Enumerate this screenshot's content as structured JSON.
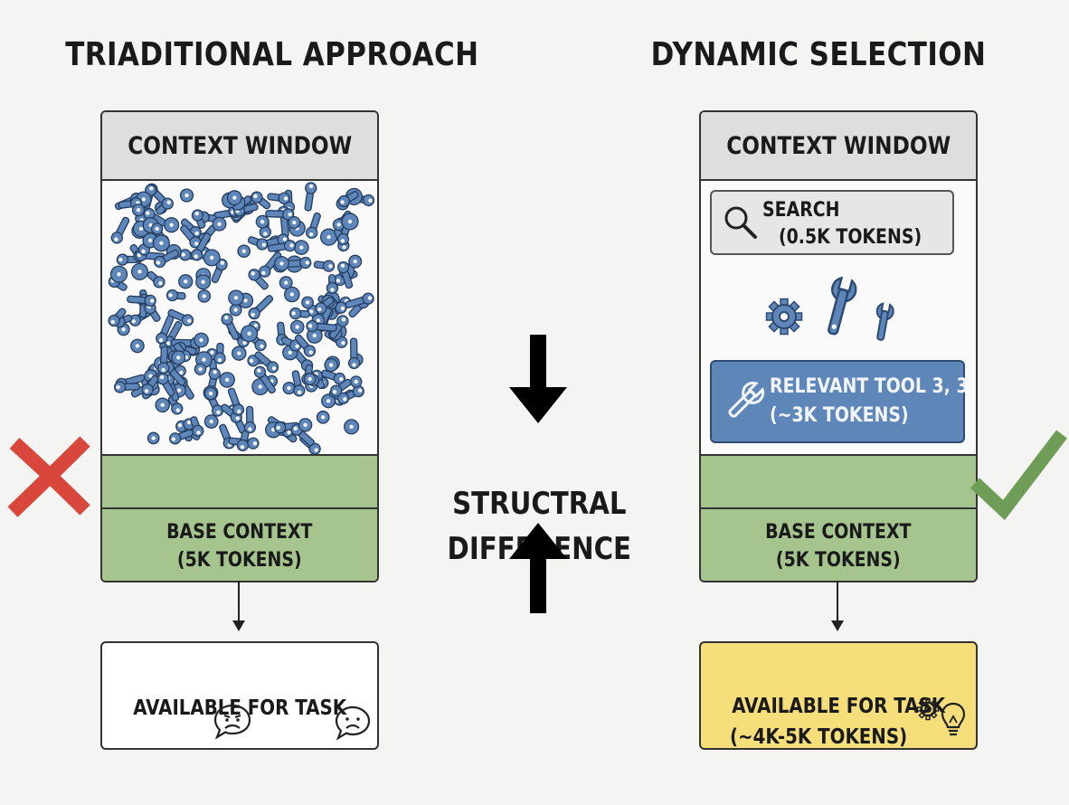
{
  "left": {
    "heading": "TRIADITIONAL APPROACH",
    "context_title": "CONTEXT WINDOW",
    "base_context": "BASE CONTEXT\n(5K TOKENS)",
    "available": "AVAILABLE FOR TASK",
    "status_icon": "cross-icon",
    "status_color": "#d9463b"
  },
  "center": {
    "label": "STRUCTRAL\nDIFFERENCE"
  },
  "right": {
    "heading": "DYNAMIC SELECTION",
    "context_title": "CONTEXT WINDOW",
    "search_line1": "SEARCH",
    "search_line2": "(0.5K TOKENS)",
    "tool_line1": "RELEVANT TOOL 3, 3",
    "tool_line2": "(~3K TOKENS)",
    "base_context": "BASE CONTEXT\n(5K TOKENS)",
    "available_line1": "AVAILABLE FOR TASK",
    "available_line2": "(~4K-5K TOKENS)",
    "status_icon": "checkmark-icon",
    "status_color": "#6f9d58"
  },
  "colors": {
    "tool_blue": "#5e86b8",
    "base_green": "#a6c48e",
    "available_yellow": "#f6df7a"
  }
}
